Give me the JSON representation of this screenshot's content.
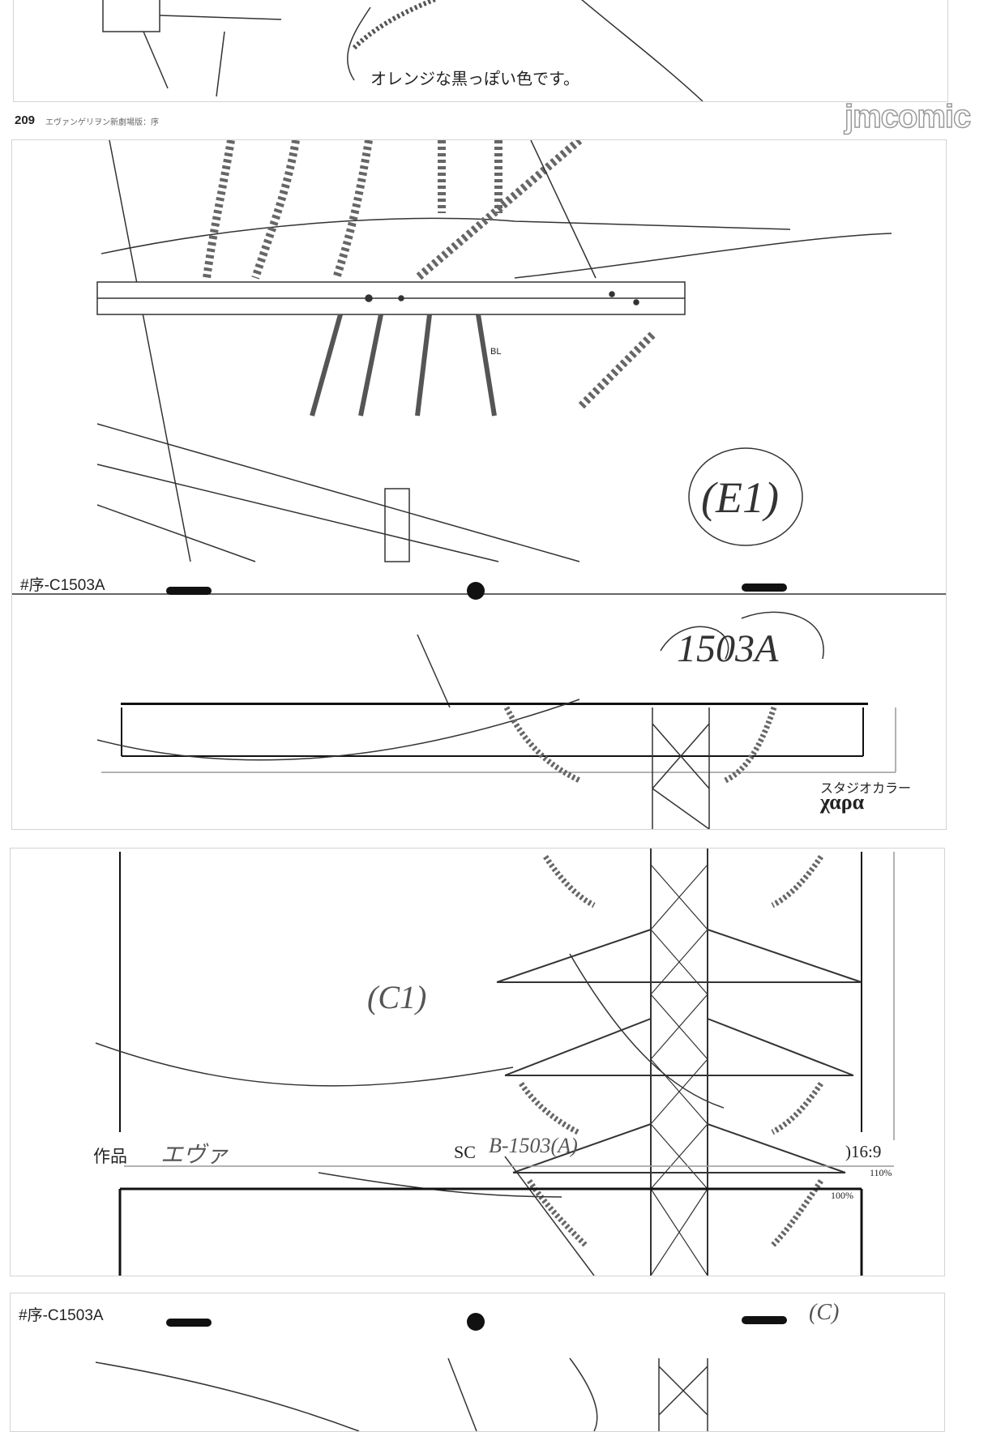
{
  "page": {
    "page_number": "209",
    "running_title": "エヴァンゲリヲン新劇場版：序",
    "watermark": "jmcomic"
  },
  "panel_top": {
    "note": "オレンジな黒っぽい色です。"
  },
  "panel_middle": {
    "cut_id": "#序-C1503A",
    "annotation_bl": "BL",
    "annotation_handwritten_1": "(E1)",
    "annotation_handwritten_2": "1503A",
    "studio_name": "スタジオカラー",
    "studio_logo": "χαρα"
  },
  "panel_lower": {
    "work_label": "作品",
    "work_value": "エヴァ",
    "scene_label": "SC",
    "scene_value": "B-1503(A)",
    "annotation_handwritten": "(C1)",
    "aspect_ratio": ")16:9",
    "frame_110": "110%",
    "frame_100": "100%"
  },
  "panel_bottom": {
    "cut_id": "#序-C1503A",
    "annotation_handwritten": "(C)"
  }
}
